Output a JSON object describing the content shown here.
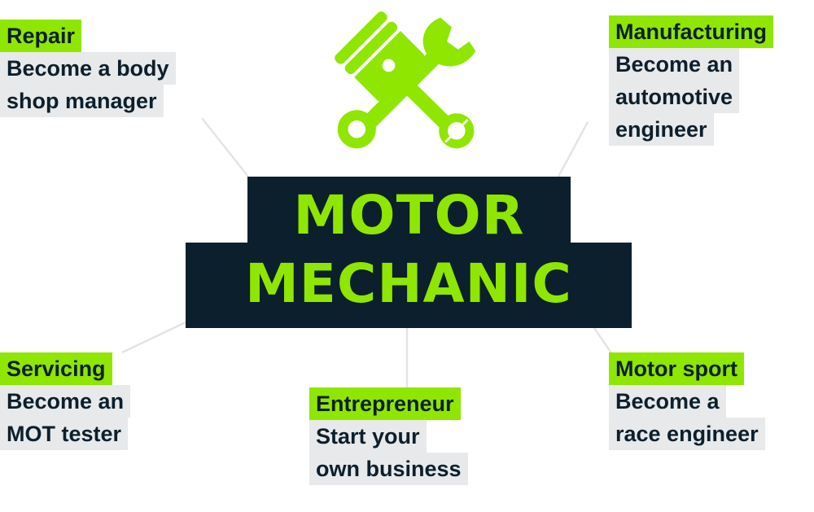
{
  "title": {
    "line1": "MOTOR",
    "line2": "MECHANIC"
  },
  "icon": "piston-and-wrench-icon",
  "colors": {
    "accent_green": "#8fe600",
    "dark_navy": "#0c1f2c",
    "label_gray": "#e8e9eb",
    "connector_gray": "#e3e4e6"
  },
  "nodes": [
    {
      "id": "repair",
      "category": "Repair",
      "lines": [
        "Become a body",
        "shop manager"
      ]
    },
    {
      "id": "manufacturing",
      "category": "Manufacturing",
      "lines": [
        "Become an",
        "automotive",
        "engineer"
      ]
    },
    {
      "id": "servicing",
      "category": "Servicing",
      "lines": [
        "Become an",
        "MOT tester"
      ]
    },
    {
      "id": "entrepreneur",
      "category": "Entrepreneur",
      "lines": [
        "Start your",
        "own business"
      ]
    },
    {
      "id": "motor-sport",
      "category": "Motor sport",
      "lines": [
        "Become a",
        "race engineer"
      ]
    }
  ]
}
